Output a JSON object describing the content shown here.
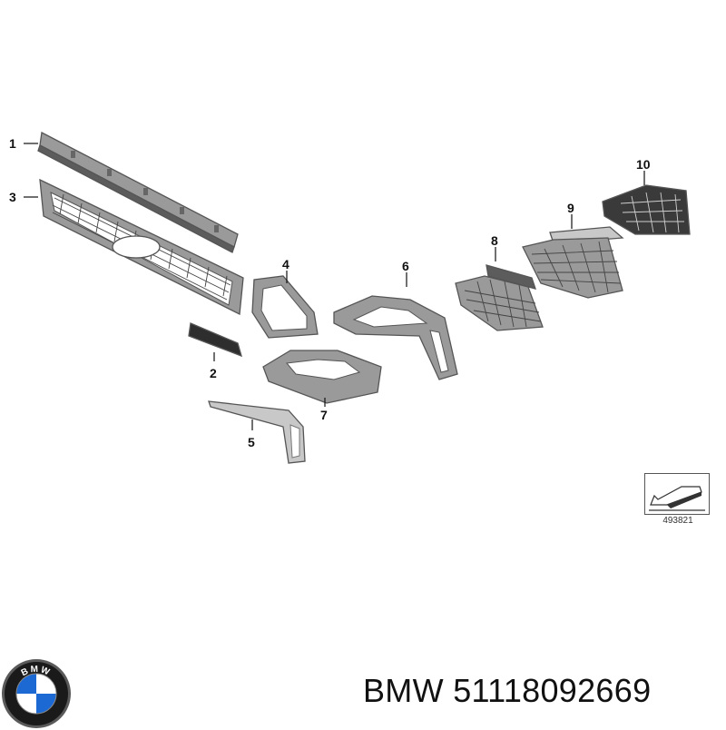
{
  "callouts": [
    {
      "id": "1",
      "label": "1"
    },
    {
      "id": "2",
      "label": "2"
    },
    {
      "id": "3",
      "label": "3"
    },
    {
      "id": "4",
      "label": "4"
    },
    {
      "id": "5",
      "label": "5"
    },
    {
      "id": "6",
      "label": "6"
    },
    {
      "id": "7",
      "label": "7"
    },
    {
      "id": "8",
      "label": "8"
    },
    {
      "id": "9",
      "label": "9"
    },
    {
      "id": "10",
      "label": "10"
    }
  ],
  "reference_number": "493821",
  "brand": "BMW",
  "part_number": "51118092669",
  "logo_text": "BMW",
  "colors": {
    "part_grey": "#9a9a9a",
    "mesh_dark": "#444444",
    "logo_blue": "#1c69d4",
    "logo_black": "#111111"
  }
}
